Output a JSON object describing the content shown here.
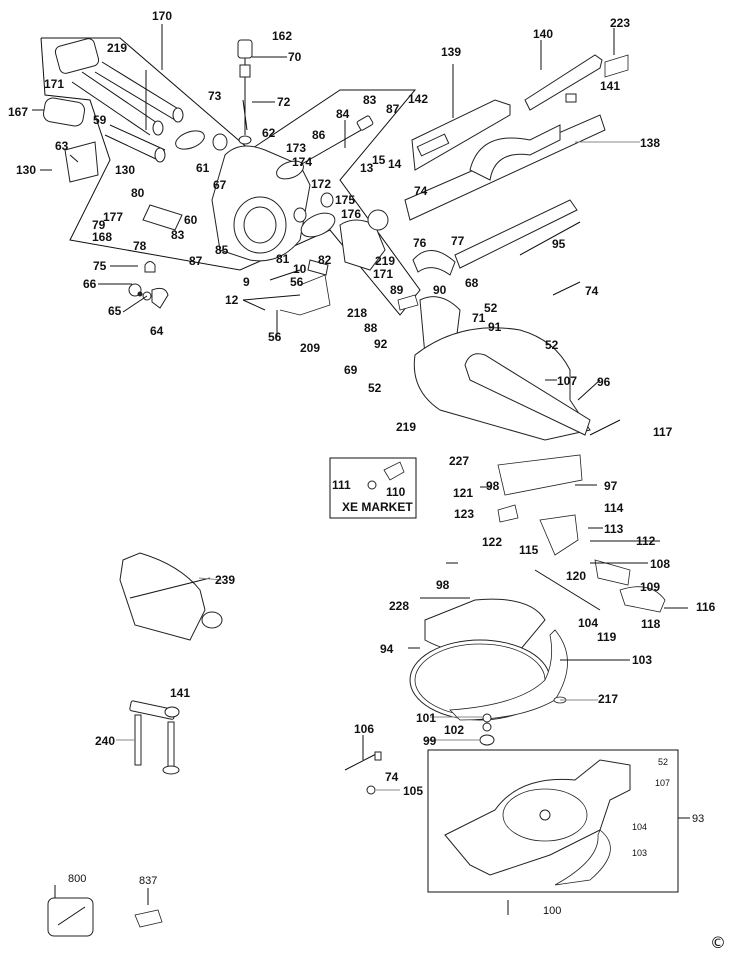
{
  "diagram": {
    "type": "exploded-parts-diagram",
    "subject": "Mitre saw",
    "copyright_symbol": "©",
    "xe_market_box": {
      "title": "XE MARKET",
      "parts": [
        "111",
        "110"
      ]
    },
    "inset_box": {
      "ref": "93",
      "parts": [
        "52",
        "107",
        "104",
        "103"
      ]
    },
    "callouts": {
      "c170": "170",
      "c162": "162",
      "c70": "70",
      "c219a": "219",
      "c171a": "171",
      "c167": "167",
      "c59": "59",
      "c73": "73",
      "c72": "72",
      "c63": "63",
      "c130a": "130",
      "c130b": "130",
      "c61": "61",
      "c62": "62",
      "c173": "173",
      "c86": "86",
      "c84": "84",
      "c83a": "83",
      "c87a": "87",
      "c174": "174",
      "c172": "172",
      "c67": "67",
      "c80": "80",
      "c60": "60",
      "c177": "177",
      "c79": "79",
      "c168": "168",
      "c83b": "83",
      "c78": "78",
      "c87b": "87",
      "c85": "85",
      "c175": "175",
      "c176": "176",
      "c81": "81",
      "c82": "82",
      "c219b": "219",
      "c171b": "171",
      "c13": "13",
      "c15": "15",
      "c14": "14",
      "c142": "142",
      "c139": "139",
      "c140": "140",
      "c223": "223",
      "c141a": "141",
      "c138": "138",
      "c74a": "74",
      "c75": "75",
      "c66": "66",
      "c65": "65",
      "c64": "64",
      "c9": "9",
      "c10": "10",
      "c56a": "56",
      "c12": "12",
      "c56b": "56",
      "c209": "209",
      "c76": "76",
      "c77": "77",
      "c95": "95",
      "c74b": "74",
      "c68": "68",
      "c52a": "52",
      "c89": "89",
      "c90": "90",
      "c218": "218",
      "c71": "71",
      "c88": "88",
      "c91": "91",
      "c92": "92",
      "c69": "69",
      "c52b": "52",
      "c52c": "52",
      "c107a": "107",
      "c96": "96",
      "c219c": "219",
      "c117": "117",
      "c227": "227",
      "c111": "111",
      "c110": "110",
      "c98a": "98",
      "c97": "97",
      "c121": "121",
      "c123": "123",
      "c122": "122",
      "c114": "114",
      "c113": "113",
      "c112": "112",
      "c115": "115",
      "c108": "108",
      "c120": "120",
      "c109": "109",
      "c116": "116",
      "c104a": "104",
      "c118": "118",
      "c119": "119",
      "c239": "239",
      "c98b": "98",
      "c228": "228",
      "c94": "94",
      "c103a": "103",
      "c217": "217",
      "c141b": "141",
      "c240": "240",
      "c101": "101",
      "c102": "102",
      "c99": "99",
      "c106": "106",
      "c74c": "74",
      "c105": "105",
      "c52d": "52",
      "c107b": "107",
      "c93": "93",
      "c104b": "104",
      "c103b": "103",
      "c100": "100",
      "c800": "800",
      "c837": "837"
    }
  }
}
